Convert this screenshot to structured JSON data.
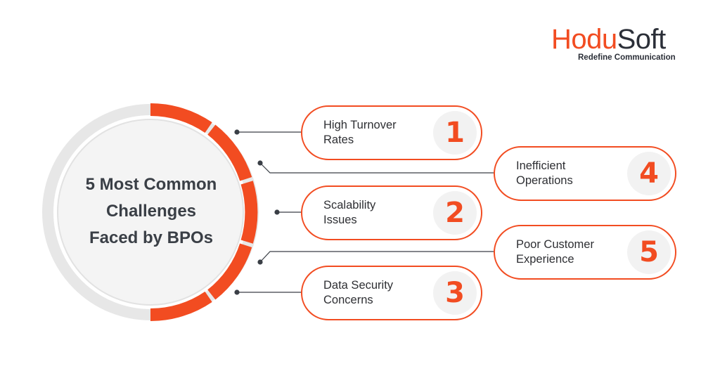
{
  "brand": {
    "logo_part1": "Hodu",
    "logo_part2": "Soft",
    "tagline": "Redefine Communication",
    "accent_color": "#f24c21"
  },
  "center": {
    "title_line1": "5 Most Common",
    "title_line2": "Challenges",
    "title_line3": "Faced by BPOs"
  },
  "challenges": [
    {
      "number": "1",
      "line1": "High Turnover",
      "line2": "Rates"
    },
    {
      "number": "2",
      "line1": "Scalability",
      "line2": "Issues"
    },
    {
      "number": "3",
      "line1": "Data Security",
      "line2": "Concerns"
    },
    {
      "number": "4",
      "line1": "Inefficient",
      "line2": "Operations"
    },
    {
      "number": "5",
      "line1": "Poor Customer",
      "line2": "Experience"
    }
  ]
}
